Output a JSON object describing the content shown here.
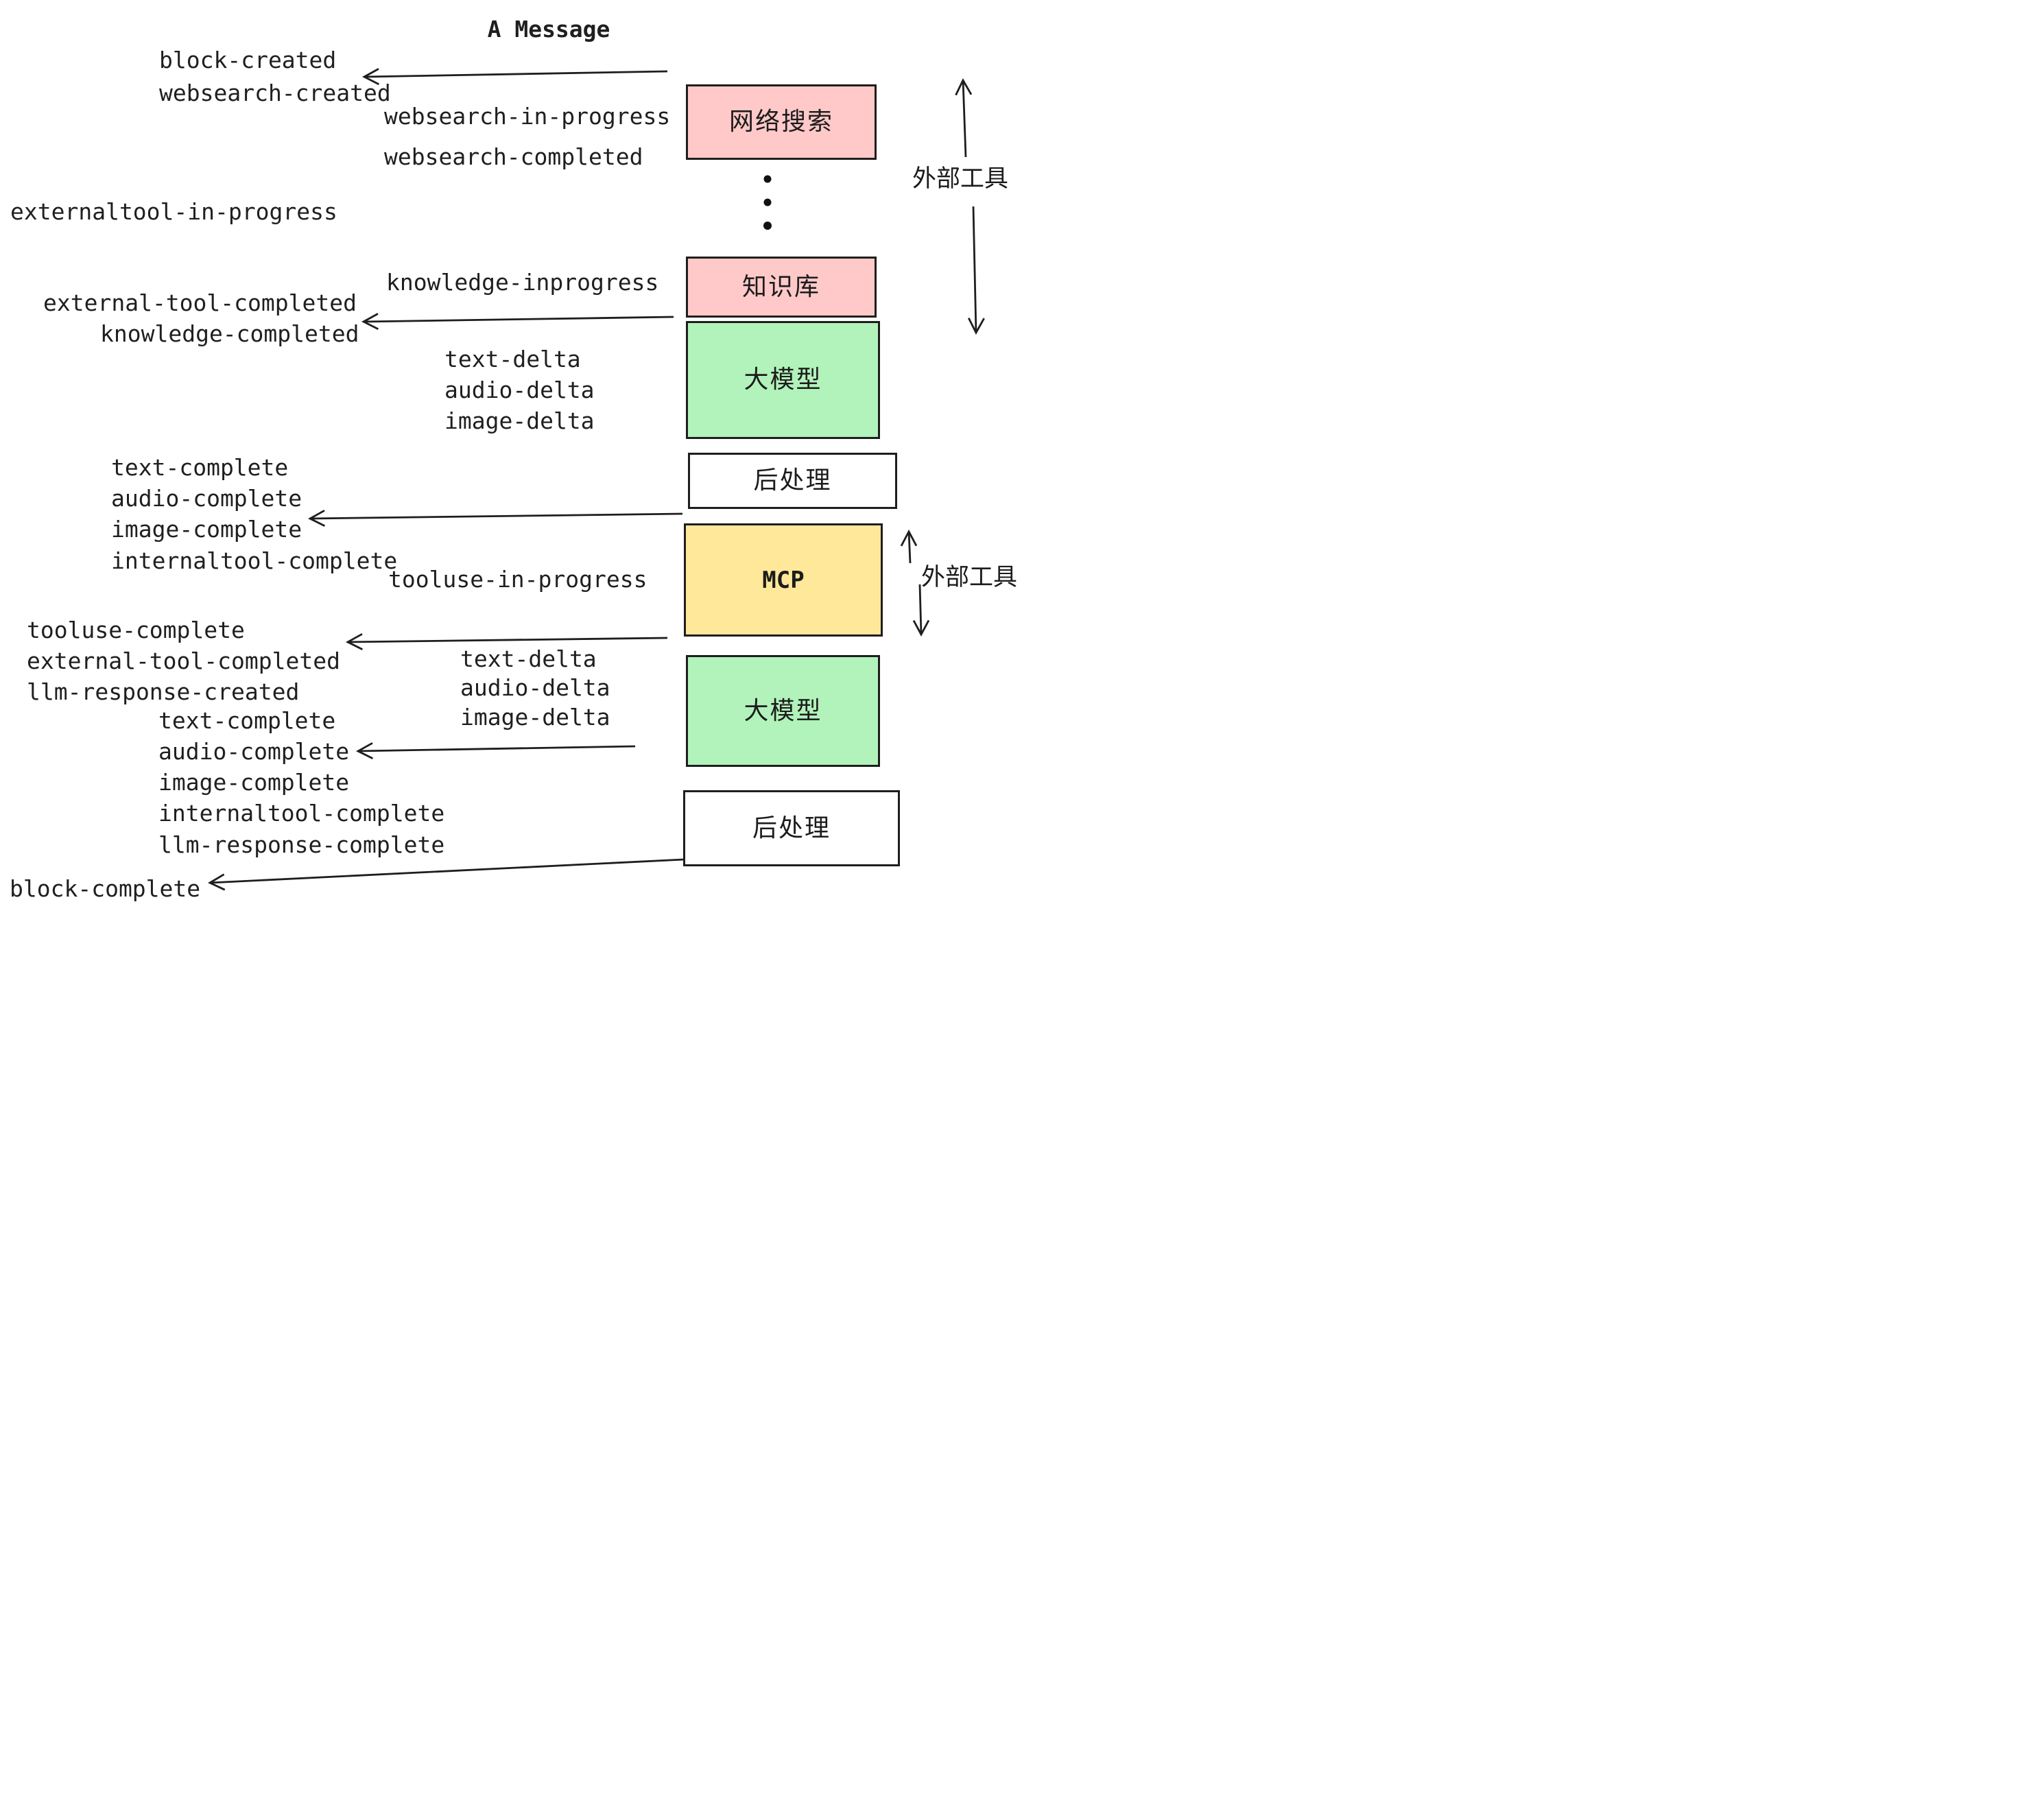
{
  "title": "A Message",
  "boxes": [
    {
      "id": "websearch",
      "label": "网络搜索",
      "color": "#ffc9c9"
    },
    {
      "id": "knowledge",
      "label": "知识库",
      "color": "#ffc9c9"
    },
    {
      "id": "llm-1",
      "label": "大模型",
      "color": "#b2f2bb"
    },
    {
      "id": "post-1",
      "label": "后处理",
      "color": "#ffffff"
    },
    {
      "id": "mcp",
      "label": "MCP",
      "color": "#ffe899"
    },
    {
      "id": "llm-2",
      "label": "大模型",
      "color": "#b2f2bb"
    },
    {
      "id": "post-2",
      "label": "后处理",
      "color": "#ffffff"
    }
  ],
  "side_labels": {
    "top": "外部工具",
    "bottom": "外部工具"
  },
  "events": [
    {
      "label": "block-created"
    },
    {
      "label": "websearch-created"
    },
    {
      "label": "websearch-in-progress"
    },
    {
      "label": "websearch-completed"
    },
    {
      "label": "externaltool-in-progress"
    },
    {
      "label": "knowledge-inprogress"
    },
    {
      "label": "external-tool-completed"
    },
    {
      "label": "knowledge-completed"
    },
    {
      "label": "text-delta"
    },
    {
      "label": "audio-delta"
    },
    {
      "label": "image-delta"
    },
    {
      "label": "text-complete"
    },
    {
      "label": "audio-complete"
    },
    {
      "label": "image-complete"
    },
    {
      "label": "internaltool-complete"
    },
    {
      "label": "tooluse-in-progress"
    },
    {
      "label": "tooluse-complete"
    },
    {
      "label": "external-tool-completed"
    },
    {
      "label": "llm-response-created"
    },
    {
      "label": "text-complete"
    },
    {
      "label": "audio-complete"
    },
    {
      "label": "image-complete"
    },
    {
      "label": "internaltool-complete"
    },
    {
      "label": "llm-response-complete"
    },
    {
      "label": "block-complete"
    },
    {
      "label": "text-delta"
    },
    {
      "label": "audio-delta"
    },
    {
      "label": "image-delta"
    }
  ],
  "colors": {
    "pink": "#ffc9c9",
    "green": "#b2f2bb",
    "yellow": "#ffe899",
    "white": "#ffffff",
    "ink": "#1e1e1e"
  }
}
